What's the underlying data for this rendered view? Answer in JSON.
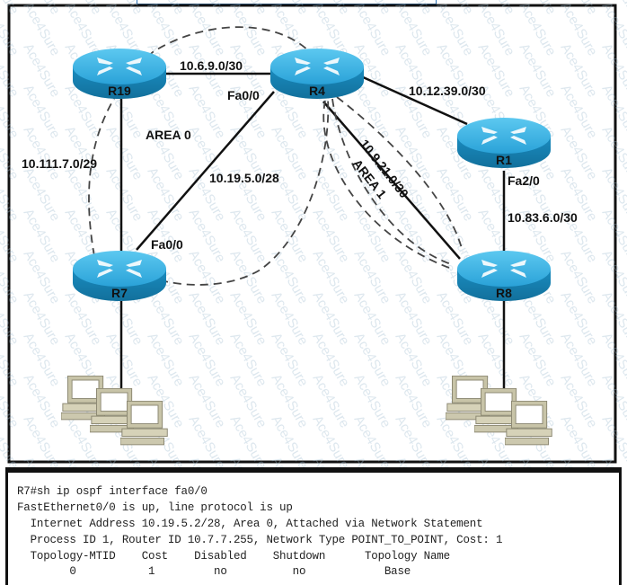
{
  "diagram": {
    "routers": [
      {
        "id": "R19",
        "label": "R19"
      },
      {
        "id": "R4",
        "label": "R4"
      },
      {
        "id": "R1",
        "label": "R1"
      },
      {
        "id": "R7",
        "label": "R7"
      },
      {
        "id": "R8",
        "label": "R8"
      }
    ],
    "links": [
      {
        "from": "R19",
        "to": "R4",
        "subnet": "10.6.9.0/30"
      },
      {
        "from": "R4",
        "to": "R1",
        "subnet": "10.12.39.0/30"
      },
      {
        "from": "R19",
        "to": "R7",
        "subnet": "10.111.7.0/29"
      },
      {
        "from": "R4",
        "to": "R7",
        "subnet": "10.19.5.0/28"
      },
      {
        "from": "R4",
        "to": "R8",
        "subnet": "10.9.21.0/30"
      },
      {
        "from": "R1",
        "to": "R8",
        "subnet": "10.83.6.0/30"
      }
    ],
    "interfaces": [
      {
        "router": "R4",
        "label": "Fa0/0"
      },
      {
        "router": "R7",
        "label": "Fa0/0"
      },
      {
        "router": "R1",
        "label": "Fa2/0"
      }
    ],
    "areas": [
      {
        "label": "AREA 0"
      },
      {
        "label": "AREA 1"
      }
    ],
    "host_groups": [
      {
        "attached_to": "R7",
        "count": 3
      },
      {
        "attached_to": "R8",
        "count": 3
      }
    ],
    "watermark": "Ace4Sure"
  },
  "terminal": {
    "lines": [
      "R7#sh ip ospf interface fa0/0",
      "FastEthernet0/0 is up, line protocol is up",
      "  Internet Address 10.19.5.2/28, Area 0, Attached via Network Statement",
      "  Process ID 1, Router ID 10.7.7.255, Network Type POINT_TO_POINT, Cost: 1",
      "  Topology-MTID    Cost    Disabled    Shutdown      Topology Name",
      "        0           1         no          no            Base"
    ]
  },
  "colors": {
    "router_top": "#3cb4e6",
    "router_side": "#1a85b8",
    "border": "#111111"
  }
}
